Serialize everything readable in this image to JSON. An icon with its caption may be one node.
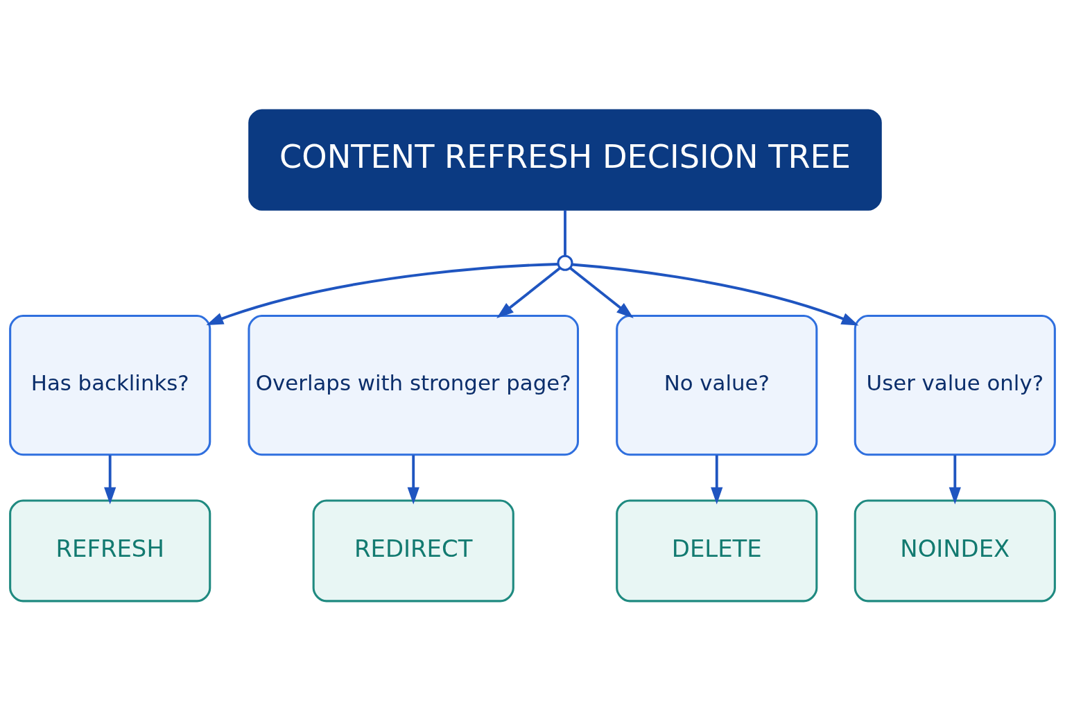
{
  "diagram": {
    "nodes": [
      {
        "text": [
          "CONTENT REFRESH DECISION TREE"
        ]
      },
      {
        "text": [],
        "shape": "circle"
      },
      {
        "text": [
          "Has backlinks?"
        ]
      },
      {
        "text": [
          "Overlaps with stronger page?"
        ]
      },
      {
        "text": [
          "No value?"
        ]
      },
      {
        "text": [
          "User value only?"
        ]
      },
      {
        "text": [
          "REFRESH"
        ]
      },
      {
        "text": [
          "REDIRECT"
        ]
      },
      {
        "text": [
          "DELETE"
        ]
      },
      {
        "text": [
          "NOINDEX"
        ]
      }
    ],
    "edges": [
      {
        "from": 0,
        "to": 1,
        "arrow": "none"
      },
      {
        "from": 1,
        "to": 2,
        "arrow": "to"
      },
      {
        "from": 1,
        "to": 3,
        "arrow": "to"
      },
      {
        "from": 1,
        "to": 4,
        "arrow": "to"
      },
      {
        "from": 1,
        "to": 5,
        "arrow": "to"
      },
      {
        "from": 2,
        "to": 6,
        "arrow": "to"
      },
      {
        "from": 3,
        "to": 7,
        "arrow": "to"
      },
      {
        "from": 4,
        "to": 8,
        "arrow": "to"
      },
      {
        "from": 5,
        "to": 9,
        "arrow": "to"
      }
    ]
  }
}
